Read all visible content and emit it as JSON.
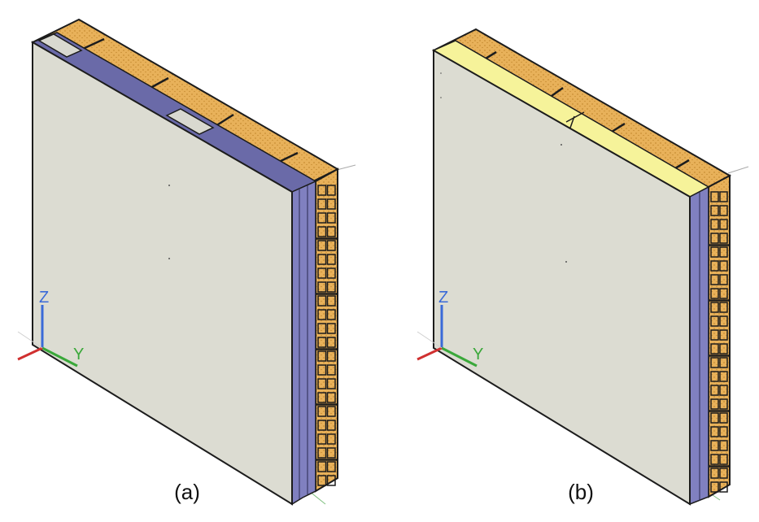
{
  "panels": [
    {
      "label": "(a)",
      "axes": {
        "z": "Z",
        "y": "Y"
      }
    },
    {
      "label": "(b)",
      "axes": {
        "z": "Z",
        "y": "Y"
      }
    }
  ],
  "colors": {
    "drywall_face": "#dcdcd2",
    "brick": "#e8b15a",
    "brick_hatch": "#b97d22",
    "steel_stud": "#5a5a96",
    "steel_face": "#8080c0",
    "insulation": "#f6f39a",
    "edge": "#1c1c1c",
    "axis_x": "#d03030",
    "axis_y": "#3aa83a",
    "axis_z": "#3a6ad8"
  }
}
